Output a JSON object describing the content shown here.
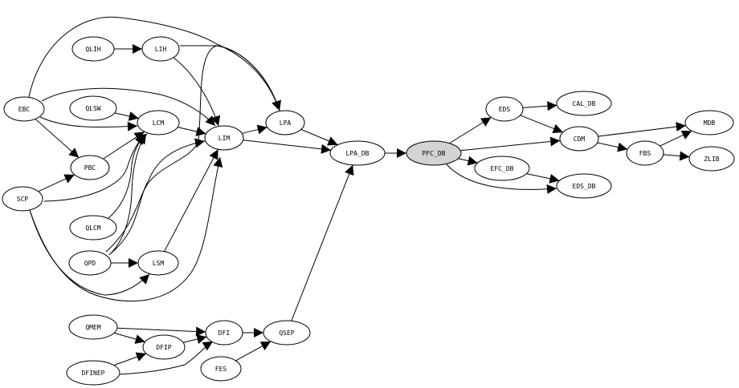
{
  "graph": {
    "nodes": [
      {
        "id": "QLIH",
        "label": "QLIH"
      },
      {
        "id": "LIH",
        "label": "LIH"
      },
      {
        "id": "EBC",
        "label": "EBC"
      },
      {
        "id": "QLSW",
        "label": "QLSW"
      },
      {
        "id": "LCM",
        "label": "LCM"
      },
      {
        "id": "LIM",
        "label": "LIM"
      },
      {
        "id": "LPA",
        "label": "LPA"
      },
      {
        "id": "LPA_DB",
        "label": "LPA_DB"
      },
      {
        "id": "PBC",
        "label": "PBC"
      },
      {
        "id": "SCP",
        "label": "SCP"
      },
      {
        "id": "QLCM",
        "label": "QLCM"
      },
      {
        "id": "QPD",
        "label": "QPD"
      },
      {
        "id": "LSM",
        "label": "LSM"
      },
      {
        "id": "QMEM",
        "label": "QMEM"
      },
      {
        "id": "DFIP",
        "label": "DFIP"
      },
      {
        "id": "DFINEP",
        "label": "DFINEP"
      },
      {
        "id": "DFI",
        "label": "DFI"
      },
      {
        "id": "QSEP",
        "label": "QSEP"
      },
      {
        "id": "FES",
        "label": "FES"
      },
      {
        "id": "PFC_DB",
        "label": "PFC_DB",
        "highlighted": true
      },
      {
        "id": "EDS",
        "label": "EDS"
      },
      {
        "id": "CAL_DB",
        "label": "CAL_DB"
      },
      {
        "id": "CDM",
        "label": "CDM"
      },
      {
        "id": "EFC_DB",
        "label": "EFC_DB"
      },
      {
        "id": "EDS_DB",
        "label": "EDS_DB"
      },
      {
        "id": "FBS",
        "label": "FBS"
      },
      {
        "id": "MDB",
        "label": "MDB"
      },
      {
        "id": "ZLIB",
        "label": "ZLIB"
      }
    ],
    "edges": [
      [
        "QLIH",
        "LIH"
      ],
      [
        "LIH",
        "LPA"
      ],
      [
        "LIH",
        "LIM"
      ],
      [
        "EBC",
        "LPA"
      ],
      [
        "EBC",
        "LIM"
      ],
      [
        "EBC",
        "LCM"
      ],
      [
        "EBC",
        "PBC"
      ],
      [
        "QLSW",
        "LCM"
      ],
      [
        "PBC",
        "LCM"
      ],
      [
        "LCM",
        "LIM"
      ],
      [
        "SCP",
        "PBC"
      ],
      [
        "SCP",
        "LCM"
      ],
      [
        "QLCM",
        "LCM"
      ],
      [
        "QPD",
        "LCM"
      ],
      [
        "QPD",
        "LIM"
      ],
      [
        "QPD",
        "LPA"
      ],
      [
        "QPD",
        "LSM"
      ],
      [
        "SCP",
        "LSM"
      ],
      [
        "SCP",
        "LIM"
      ],
      [
        "LSM",
        "LIM"
      ],
      [
        "LIM",
        "LPA"
      ],
      [
        "LIM",
        "LPA_DB"
      ],
      [
        "LPA",
        "LPA_DB"
      ],
      [
        "QMEM",
        "DFI"
      ],
      [
        "QMEM",
        "DFIP"
      ],
      [
        "DFIP",
        "DFI"
      ],
      [
        "DFINEP",
        "DFIP"
      ],
      [
        "DFINEP",
        "DFI"
      ],
      [
        "DFI",
        "QSEP"
      ],
      [
        "FES",
        "QSEP"
      ],
      [
        "QSEP",
        "LPA_DB"
      ],
      [
        "LPA_DB",
        "PFC_DB"
      ],
      [
        "PFC_DB",
        "EDS"
      ],
      [
        "PFC_DB",
        "CDM"
      ],
      [
        "PFC_DB",
        "EFC_DB"
      ],
      [
        "PFC_DB",
        "EDS_DB"
      ],
      [
        "EDS",
        "CAL_DB"
      ],
      [
        "EDS",
        "CDM"
      ],
      [
        "EFC_DB",
        "EDS_DB"
      ],
      [
        "CDM",
        "MDB"
      ],
      [
        "CDM",
        "FBS"
      ],
      [
        "FBS",
        "MDB"
      ],
      [
        "FBS",
        "ZLIB"
      ]
    ],
    "colors": {
      "node_fill": "#ffffff",
      "highlight_fill": "#d3d3d3",
      "stroke": "#000000"
    }
  }
}
